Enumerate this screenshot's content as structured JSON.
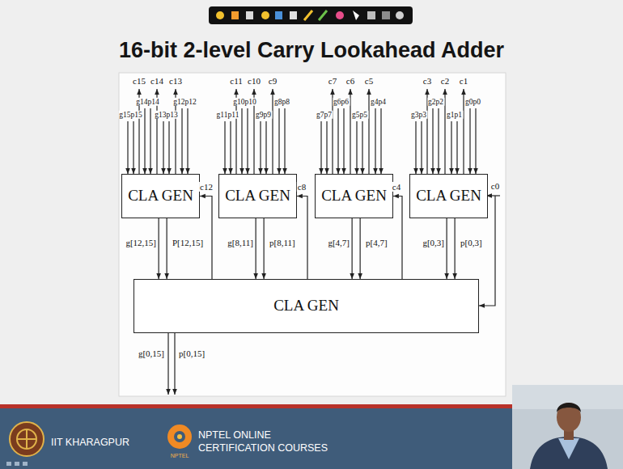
{
  "diagram": {
    "title": "16-bit 2-level Carry Lookahead Adder",
    "nodes": [
      {
        "text": [
          "CLA GEN"
        ]
      },
      {
        "text": [
          "CLA GEN"
        ]
      },
      {
        "text": [
          "CLA GEN"
        ]
      },
      {
        "text": [
          "CLA GEN"
        ]
      },
      {
        "text": [
          "CLA GEN"
        ]
      }
    ],
    "edges": [
      {
        "from": 0,
        "to": 4,
        "arrow": "to",
        "label": "g[12,15]"
      },
      {
        "from": 0,
        "to": 4,
        "arrow": "to",
        "label": "P[12,15]"
      },
      {
        "from": 1,
        "to": 4,
        "arrow": "to",
        "label": "g[8,11]"
      },
      {
        "from": 1,
        "to": 4,
        "arrow": "to",
        "label": "p[8,11]"
      },
      {
        "from": 2,
        "to": 4,
        "arrow": "to",
        "label": "g[4,7]"
      },
      {
        "from": 2,
        "to": 4,
        "arrow": "to",
        "label": "p[4,7]"
      },
      {
        "from": 3,
        "to": 4,
        "arrow": "to",
        "label": "g[0,3]"
      },
      {
        "from": 3,
        "to": 4,
        "arrow": "to",
        "label": "p[0,3]"
      },
      {
        "from": 4,
        "to": 0,
        "arrow": "to",
        "label": "c12"
      },
      {
        "from": 4,
        "to": 1,
        "arrow": "to",
        "label": "c8"
      },
      {
        "from": 4,
        "to": 2,
        "arrow": "to",
        "label": "c4"
      }
    ],
    "labels": [
      "c15",
      "c14",
      "c13",
      "g14p14",
      "g12p12",
      "g15p15",
      "g13p13",
      "c11",
      "c10",
      "c9",
      "g10p10",
      "g8p8",
      "g11p11",
      "g9p9",
      "c7",
      "c6",
      "c5",
      "g6p6",
      "g4p4",
      "g7p7",
      "g5p5",
      "c3",
      "c2",
      "c1",
      "g2p2",
      "g0p0",
      "g3p3",
      "g1p1",
      "c0",
      "g[0,15]",
      "p[0,15]",
      "IIT KHARAGPUR",
      "NPTEL ONLINE CERTIFICATION COURSES",
      "NPTEL"
    ]
  }
}
